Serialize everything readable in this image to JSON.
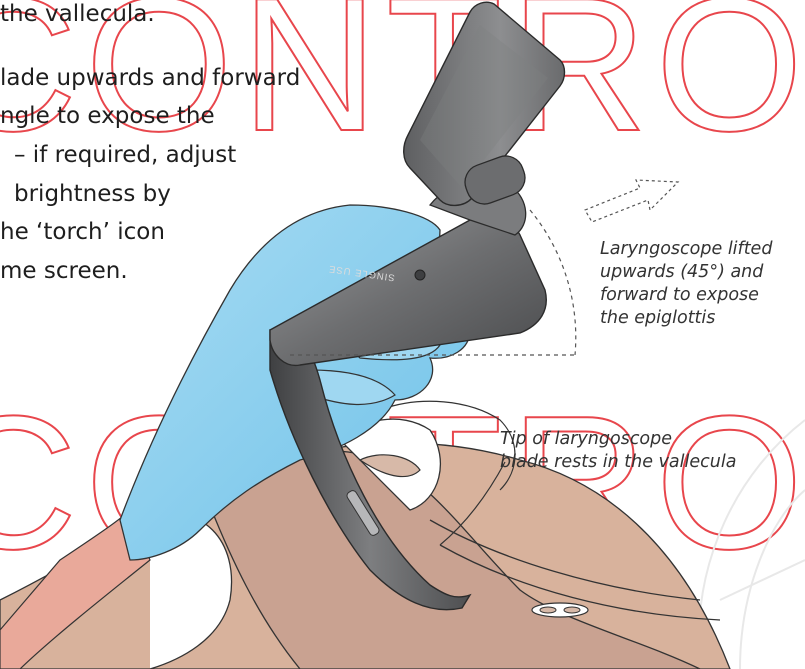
{
  "watermark": {
    "text": "ICONTROL",
    "color": "#e4262d"
  },
  "instruction": {
    "lines": [
      "the vallecula.",
      "lade upwards and forward",
      "ngle to expose the",
      "– if required, adjust",
      "brightness by",
      "he ‘torch’ icon",
      "me screen."
    ]
  },
  "device_label": "SINGLE USE",
  "annotations": {
    "lift": {
      "lines": [
        "Laryngoscope lifted",
        "upwards (45°) and",
        "forward to expose",
        "the epiglottis"
      ]
    },
    "tip": {
      "lines": [
        "Tip of laryngoscope",
        "blade rests in the vallecula"
      ]
    }
  },
  "colors": {
    "glove": "#8ccfee",
    "skin": "#d4aa90",
    "tissue": "#c9a291",
    "device": "#58595b",
    "text": "#1e1e1e"
  }
}
